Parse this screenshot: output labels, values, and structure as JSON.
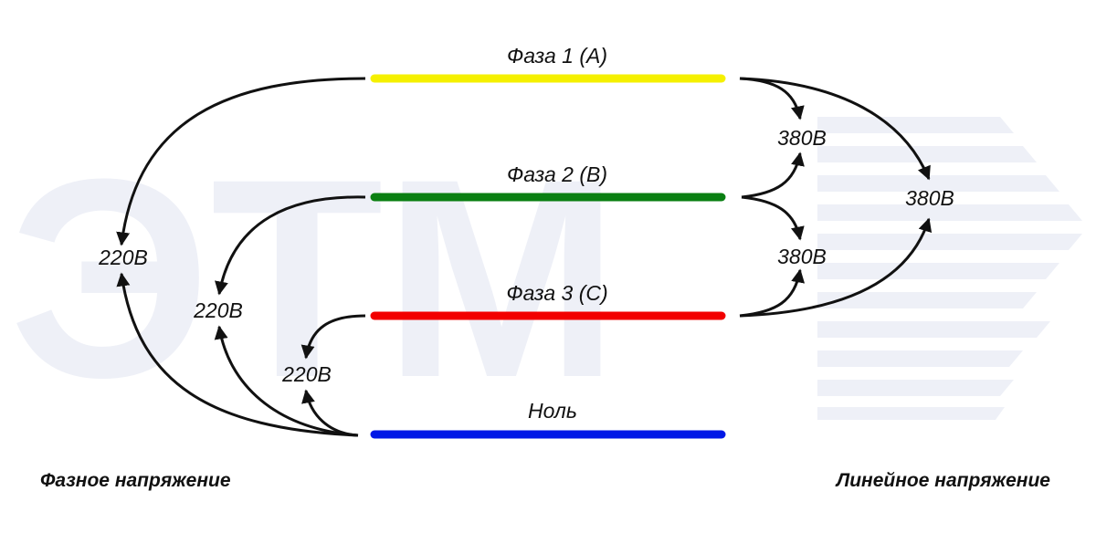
{
  "colors": {
    "phase1": "#f5f000",
    "phase2": "#0a7f12",
    "phase3": "#f20000",
    "neutral": "#0018e6",
    "watermark": "#eef0f7"
  },
  "watermark": {
    "text": "ЭТМ"
  },
  "lines": {
    "phase1": "Фаза 1 (А)",
    "phase2": "Фаза 2 (В)",
    "phase3": "Фаза 3 (С)",
    "neutral": "Ноль"
  },
  "phase_voltage": {
    "value": "220В",
    "caption": "Фазное напряжение"
  },
  "line_voltage": {
    "value": "380В",
    "caption": "Линейное напряжение"
  }
}
